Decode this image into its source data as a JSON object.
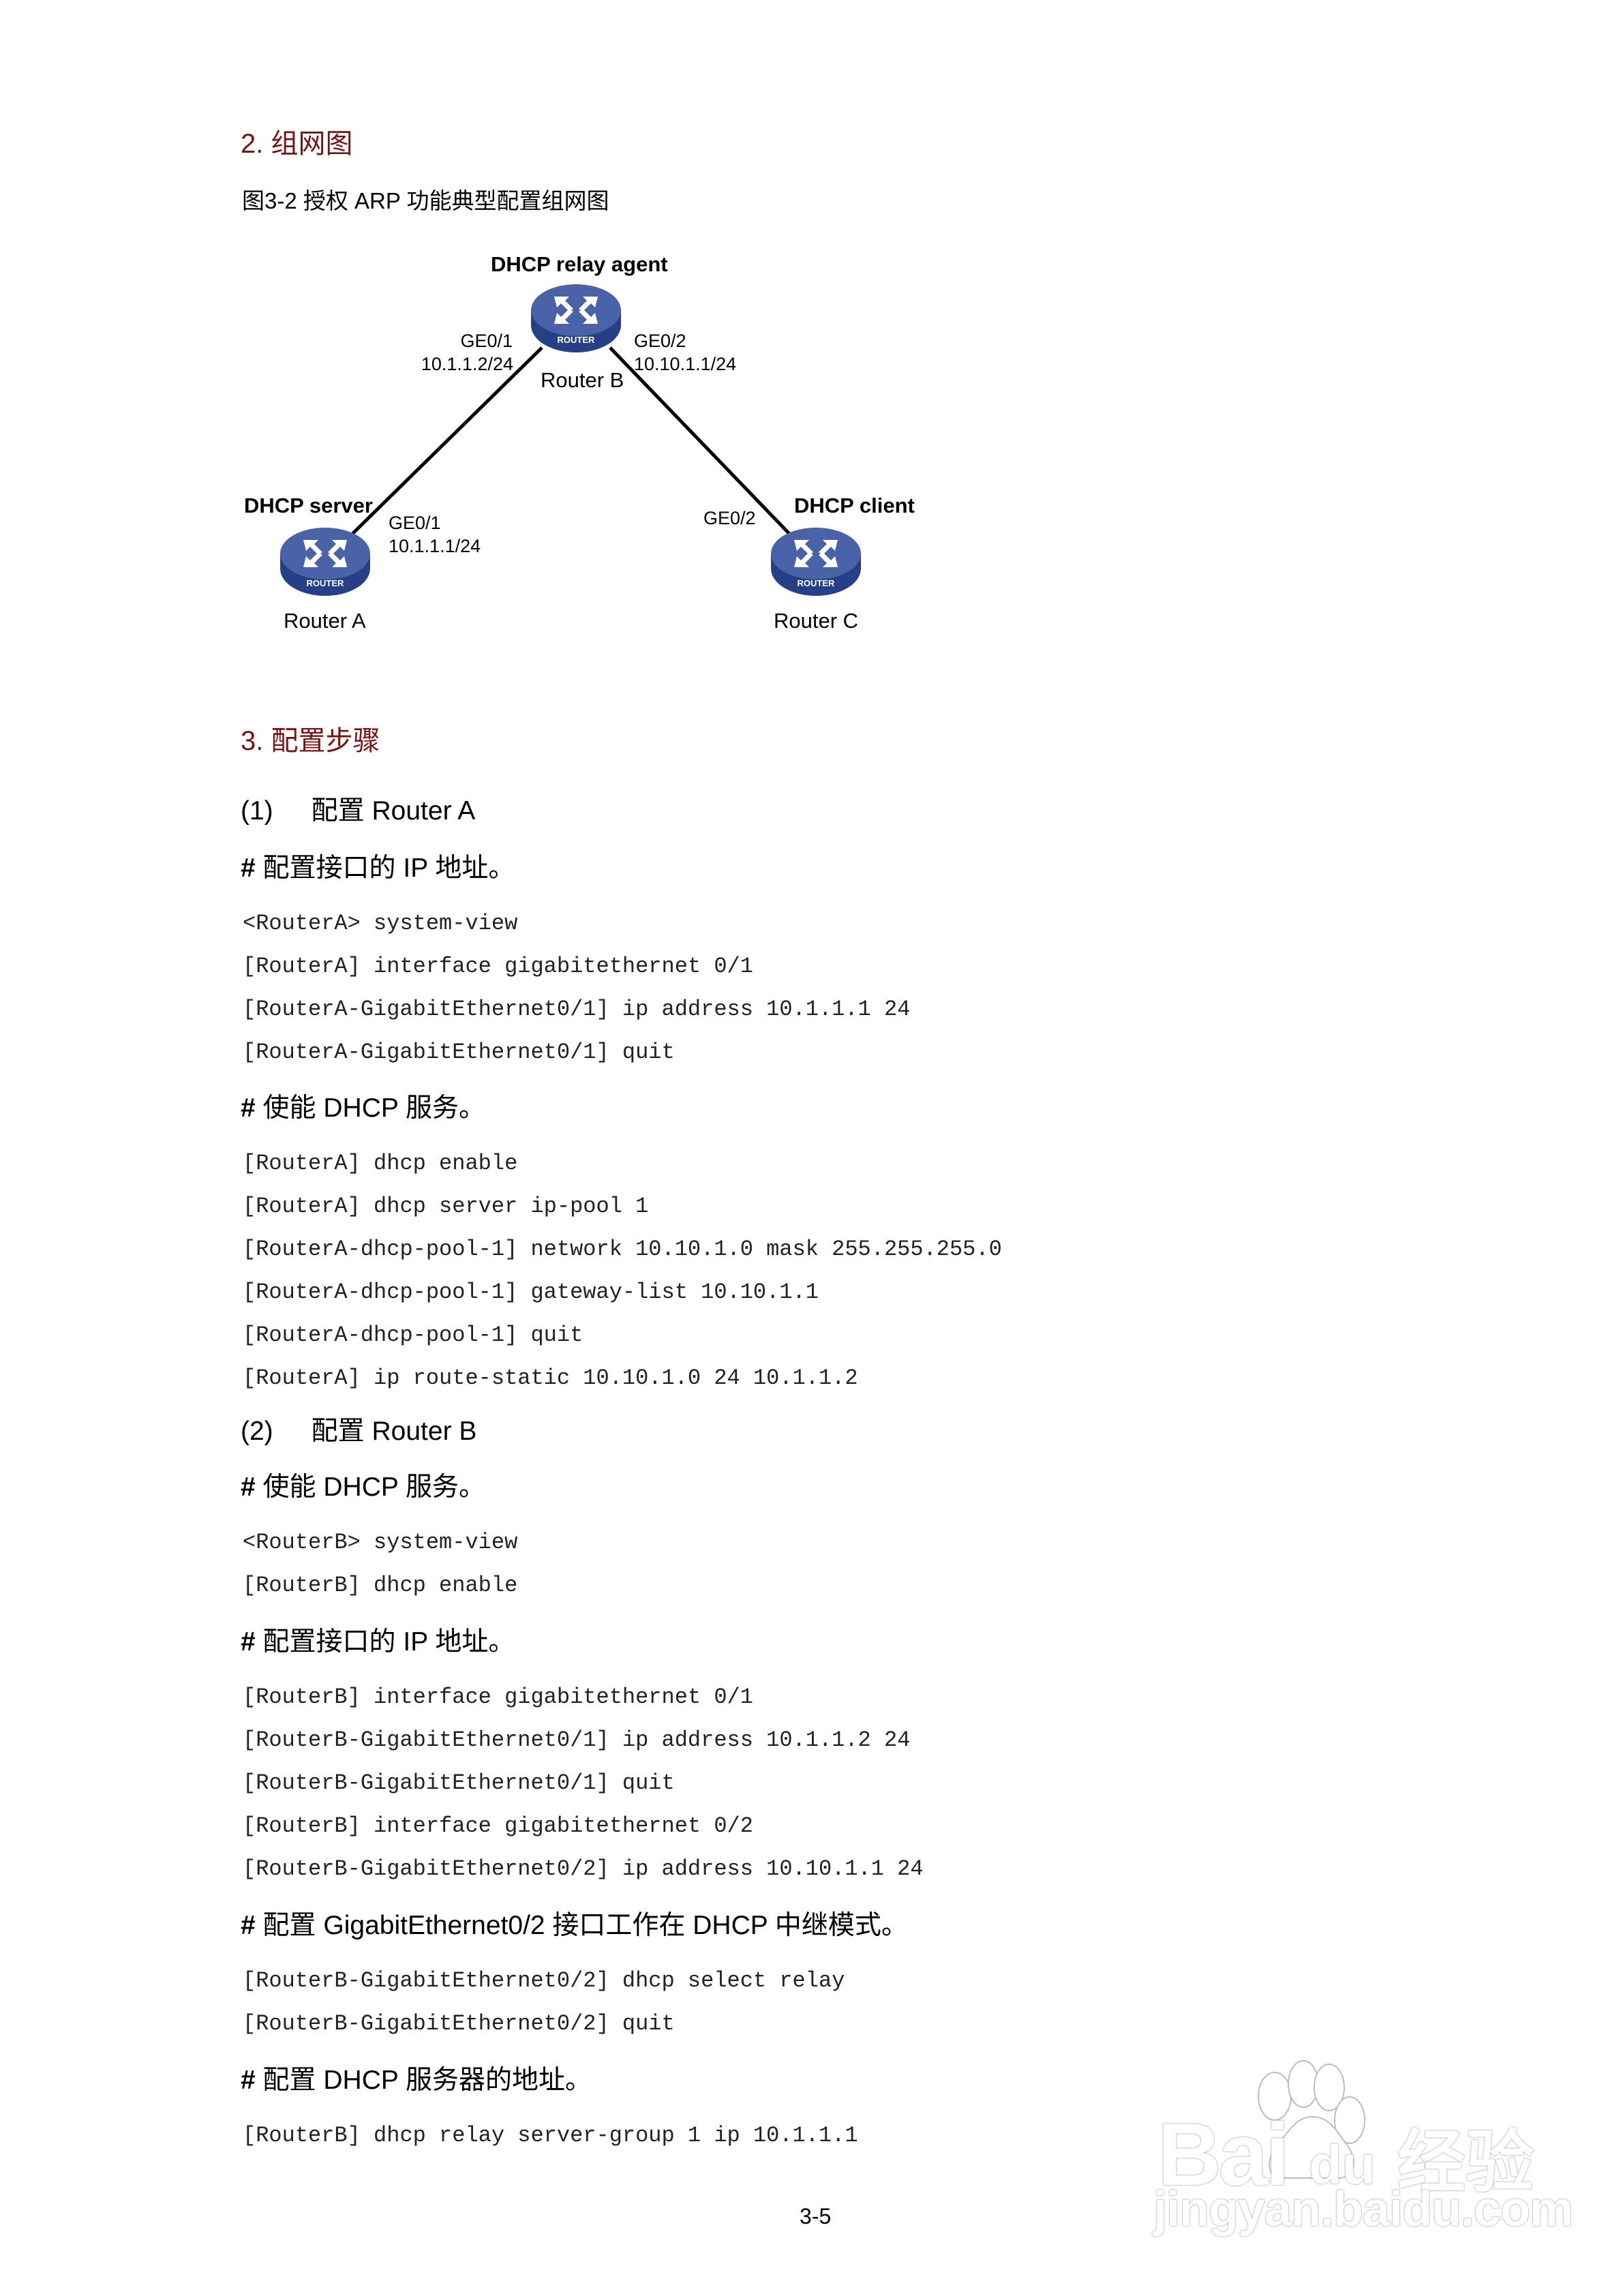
{
  "section2": {
    "heading": "2. 组网图",
    "caption": "图3-2  授权 ARP 功能典型配置组网图"
  },
  "diagram": {
    "router_b": {
      "role": "DHCP relay agent",
      "name": "Router B",
      "icon_text": "ROUTER",
      "left_port": "GE0/1",
      "left_ip": "10.1.1.2/24",
      "right_port": "GE0/2",
      "right_ip": "10.10.1.1/24"
    },
    "router_a": {
      "role": "DHCP server",
      "name": "Router A",
      "icon_text": "ROUTER",
      "port": "GE0/1",
      "ip": "10.1.1.1/24"
    },
    "router_c": {
      "role": "DHCP client",
      "name": "Router C",
      "icon_text": "ROUTER",
      "port": "GE0/2"
    },
    "colors": {
      "router_top": "#4a63a8",
      "router_side": "#263f86",
      "link": "#000000"
    }
  },
  "section3": {
    "heading": "3. 配置步骤",
    "step1": {
      "num": "(1)",
      "title": "配置 Router A"
    },
    "step1_note1": {
      "hash": "#",
      "text": " 配置接口的 IP 地址。"
    },
    "step1_code1": [
      "<RouterA> system-view",
      "[RouterA] interface gigabitethernet 0/1",
      "[RouterA-GigabitEthernet0/1] ip address 10.1.1.1 24",
      "[RouterA-GigabitEthernet0/1] quit"
    ],
    "step1_note2": {
      "hash": "#",
      "text": " 使能 DHCP 服务。"
    },
    "step1_code2": [
      "[RouterA] dhcp enable",
      "[RouterA] dhcp server ip-pool 1",
      "[RouterA-dhcp-pool-1] network 10.10.1.0 mask 255.255.255.0",
      "[RouterA-dhcp-pool-1] gateway-list 10.10.1.1",
      "[RouterA-dhcp-pool-1] quit",
      "[RouterA] ip route-static 10.10.1.0 24 10.1.1.2"
    ],
    "step2": {
      "num": "(2)",
      "title": "配置 Router B"
    },
    "step2_note1": {
      "hash": "#",
      "text": " 使能 DHCP 服务。"
    },
    "step2_code1": [
      "<RouterB> system-view",
      "[RouterB] dhcp enable"
    ],
    "step2_note2": {
      "hash": "#",
      "text": " 配置接口的 IP 地址。"
    },
    "step2_code2": [
      "[RouterB] interface gigabitethernet 0/1",
      "[RouterB-GigabitEthernet0/1] ip address 10.1.1.2 24",
      "[RouterB-GigabitEthernet0/1] quit",
      "[RouterB] interface gigabitethernet 0/2",
      "[RouterB-GigabitEthernet0/2] ip address 10.10.1.1 24"
    ],
    "step2_note3": {
      "hash": "#",
      "text": " 配置 GigabitEthernet0/2 接口工作在 DHCP 中继模式。"
    },
    "step2_code3": [
      "[RouterB-GigabitEthernet0/2] dhcp select relay",
      "[RouterB-GigabitEthernet0/2] quit"
    ],
    "step2_note4": {
      "hash": "#",
      "text": " 配置 DHCP 服务器的地址。"
    },
    "step2_code4": [
      "[RouterB] dhcp relay server-group 1 ip 10.1.1.1"
    ]
  },
  "footer": {
    "page_number": "3-5"
  },
  "watermark": {
    "brand": "Bai",
    "paw_text": "du",
    "cn": "经验",
    "url": "jingyan.baidu.com"
  }
}
